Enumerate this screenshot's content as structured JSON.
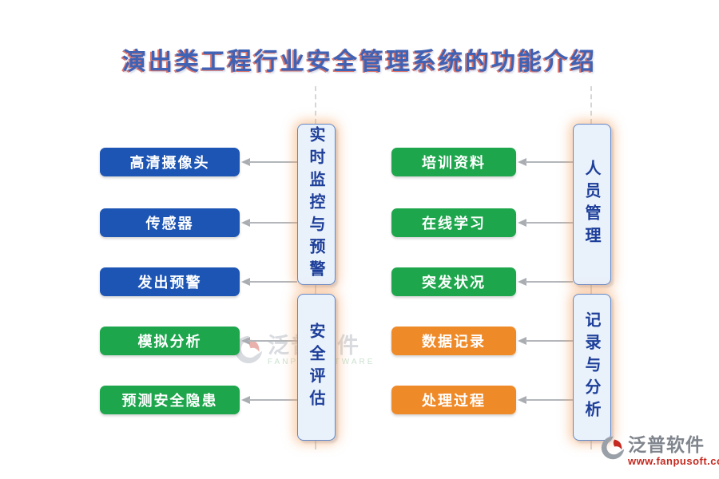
{
  "title": "演出类工程行业安全管理系统的功能介绍",
  "colors": {
    "button_blue": "#1d55b4",
    "button_green": "#1ea64d",
    "button_orange": "#ef8a28",
    "box_fill": "#e9f1fb",
    "box_border": "#6288c9",
    "box_text": "#1d3e99",
    "box_glow": "#f4a261",
    "arrow_gray": "#b3b6ba",
    "title_blue": "#3f62b5",
    "title_red_shadow": "#d95f52",
    "logo_gray": "#80858d",
    "logo_red": "#c5291f"
  },
  "left_group": {
    "boxes": [
      {
        "label": "实时监控与预警"
      },
      {
        "label": "安全评估"
      }
    ],
    "buttons": [
      {
        "label": "高清摄像头",
        "color": "blue"
      },
      {
        "label": "传感器",
        "color": "blue"
      },
      {
        "label": "发出预警",
        "color": "blue"
      },
      {
        "label": "模拟分析",
        "color": "green"
      },
      {
        "label": "预测安全隐患",
        "color": "green"
      }
    ]
  },
  "right_group": {
    "boxes": [
      {
        "label": "人员管理"
      },
      {
        "label": "记录与分析"
      }
    ],
    "buttons": [
      {
        "label": "培训资料",
        "color": "green"
      },
      {
        "label": "在线学习",
        "color": "green"
      },
      {
        "label": "突发状况",
        "color": "green"
      },
      {
        "label": "数据记录",
        "color": "orange"
      },
      {
        "label": "处理过程",
        "color": "orange"
      }
    ]
  },
  "watermark": {
    "name": "泛普软件",
    "subtitle": "FANPU SOFTWARE"
  },
  "site_logo": {
    "name": "泛普软件",
    "url": "www.fanpusoft.com"
  }
}
